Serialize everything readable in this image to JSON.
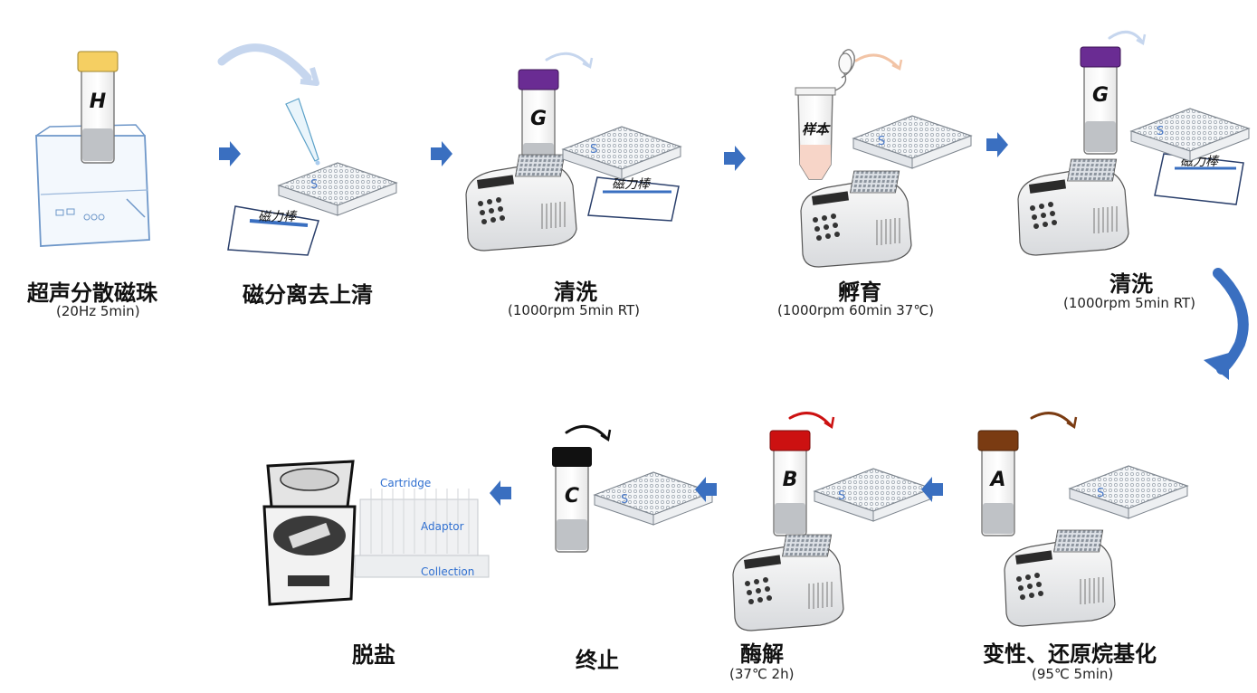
{
  "steps": [
    {
      "id": "s1",
      "title": "超声分散磁珠",
      "condition": "(20Hz 5min)",
      "tube_label": "H",
      "tube_cap_color": "#f5cf62"
    },
    {
      "id": "s2",
      "title": "磁分离去上清",
      "condition": "",
      "plate_label": "S",
      "magnet_label": "磁力棒"
    },
    {
      "id": "s3",
      "title": "清洗",
      "condition": "(1000rpm 5min RT)",
      "tube_label": "G",
      "tube_cap_color": "#6a2c93",
      "plate_label": "S",
      "magnet_label": "磁力棒"
    },
    {
      "id": "s4",
      "title": "孵育",
      "condition": "(1000rpm 60min 37℃)",
      "tube_label": "样本",
      "plate_label": "S"
    },
    {
      "id": "s5",
      "title": "清洗",
      "condition": "(1000rpm 5min RT)",
      "tube_label": "G",
      "tube_cap_color": "#6a2c93",
      "plate_label": "S",
      "magnet_label": "磁力棒"
    },
    {
      "id": "s6",
      "title": "变性、还原烷基化",
      "condition": "(95℃ 5min)",
      "tube_label": "A",
      "tube_cap_color": "#7a3b12",
      "plate_label": "S"
    },
    {
      "id": "s7",
      "title": "酶解",
      "condition": "(37℃ 2h)",
      "tube_label": "B",
      "tube_cap_color": "#cc1111",
      "plate_label": "S"
    },
    {
      "id": "s8",
      "title": "终止",
      "condition": "",
      "tube_label": "C",
      "tube_cap_color": "#111111",
      "plate_label": "S"
    },
    {
      "id": "s9",
      "title": "脱盐",
      "condition": "",
      "cartridge_labels": [
        "Cartridge",
        "Adaptor",
        "Collection"
      ]
    }
  ],
  "colors": {
    "flow_arrow": "#3a6fc0",
    "magnet_bar": "#3a6fc0",
    "plate_label": "#4a7ac9",
    "cartridge_label": "#2f6fd0"
  },
  "icons": {
    "flow_arrow": "blue-chevron-arrow-icon",
    "turn_arrow": "curved-blue-arrow-icon",
    "cap_arrow": "curved-arrow-icon"
  }
}
